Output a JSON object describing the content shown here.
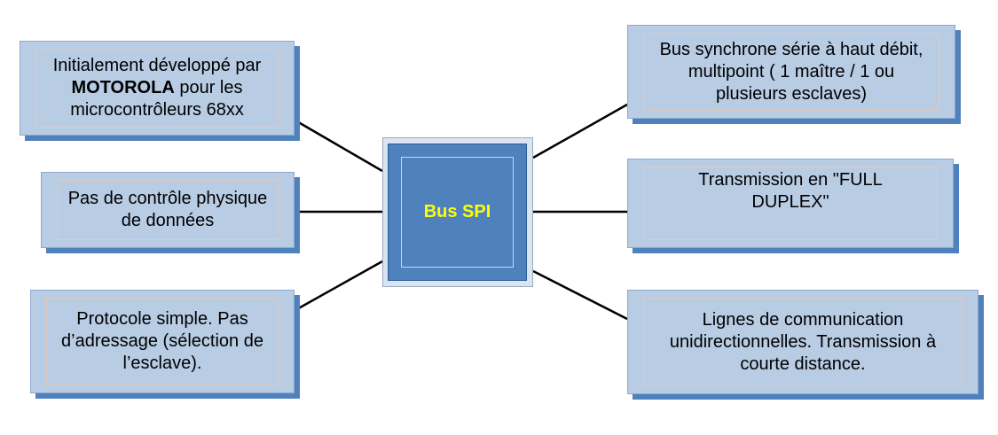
{
  "diagram": {
    "center": {
      "label": "Bus SPI"
    },
    "left_nodes": [
      {
        "id": "origin",
        "parts": [
          {
            "text": "Initialement développé par "
          },
          {
            "text": "MOTOROLA",
            "bold": true
          },
          {
            "text": " pour les microcontrôleurs 68xx"
          }
        ]
      },
      {
        "id": "control",
        "text": "Pas de contrôle physique de données"
      },
      {
        "id": "protocol",
        "text": "Protocole simple. Pas d’adressage (sélection de l’esclave)."
      }
    ],
    "right_nodes": [
      {
        "id": "bus-type",
        "text": "Bus synchrone série à haut débit, multipoint ( 1 maître / 1 ou plusieurs esclaves)"
      },
      {
        "id": "duplex",
        "text": "Transmission en \"FULL DUPLEX\""
      },
      {
        "id": "lines",
        "text": "Lignes de communication unidirectionnelles. Transmission à courte distance."
      }
    ],
    "colors": {
      "node_fill": "#b8cce4",
      "node_shadow": "#4f81bd",
      "center_fill": "#4f81bd",
      "center_text": "#ffff00",
      "connector": "#000000"
    }
  }
}
